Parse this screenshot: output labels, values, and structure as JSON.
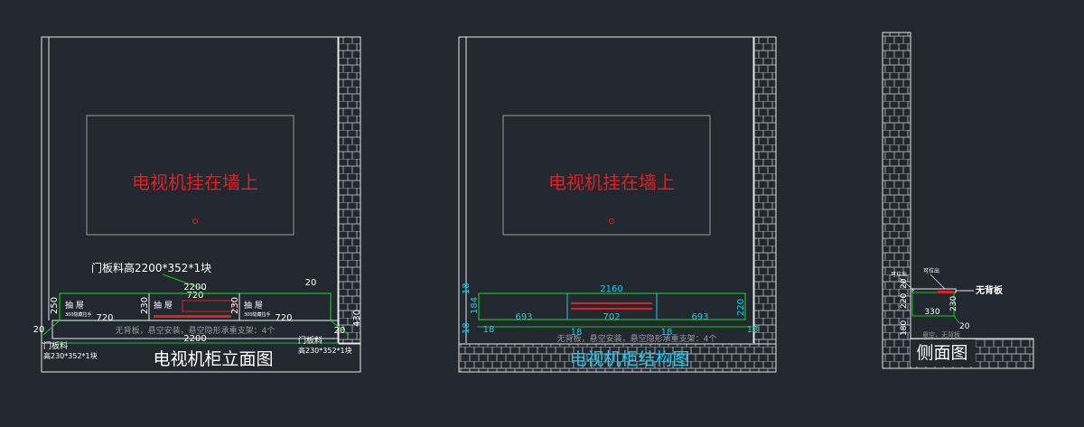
{
  "colors": {
    "background": "#212830",
    "outline": "#e6e6e6",
    "dimension": "#20c020",
    "dim_text_white": "#ffffff",
    "dim_text_cyan": "#27c8e8",
    "red_label": "#e02020",
    "title_white": "#ffffff",
    "title_cyan": "#27c8e8",
    "note_gray": "#9a9a9a"
  },
  "elevation": {
    "title": "电视机柜立面图",
    "tv_label": "电视机挂在墙上",
    "door_note": "门板料高2200*352*1块",
    "dim_total_top": "2200",
    "dim_center_top": "720",
    "dim_top_right": "20",
    "dim_left_side": "20",
    "dim_right_side": "20",
    "dim_height_left": "250",
    "dim_height_mid_a": "230",
    "dim_height_mid_b": "230",
    "dim_height_right": "430",
    "dim_left_width": "720",
    "dim_right_width": "720",
    "dim_bottom_total": "2200",
    "drawer_label_1": "抽    屉",
    "drawer_label_2": "抽    屉",
    "drawer_label_3": "抽    屉",
    "drawer_sub_1": "300隐藏拉手",
    "drawer_sub_3": "300隐藏拉手",
    "no_back_note": "无背板，悬空安装，悬空隐形承重支架：4个",
    "left_door_label_1": "门板料",
    "left_door_label_2": "高230*352*1块",
    "right_door_label_1": "门板料",
    "right_door_label_2": "高230*352*1块"
  },
  "structure": {
    "title": "电视机柜结构图",
    "tv_label": "电视机挂在墙上",
    "dim_top": "2160",
    "dim_left_top": "18",
    "dim_left_height": "184",
    "dim_left_bottom": "18",
    "dim_right_height": "220",
    "dim_w1": "693",
    "dim_w2": "702",
    "dim_w3": "693",
    "dim_b1": "18",
    "dim_b2": "18",
    "dim_b3": "18",
    "dim_b4": "18",
    "no_back_note": "无背板，悬空安装，悬空隐形承重支架：4个"
  },
  "side": {
    "title": "侧面图",
    "no_back_label": "无背板",
    "label_a": "可拉出",
    "label_b": "可拉出",
    "dim_20": "20",
    "dim_220": "220",
    "dim_230": "230",
    "dim_330": "330",
    "dim_20b": "20",
    "dim_180": "180",
    "suspend_note": "悬空，无背板"
  }
}
